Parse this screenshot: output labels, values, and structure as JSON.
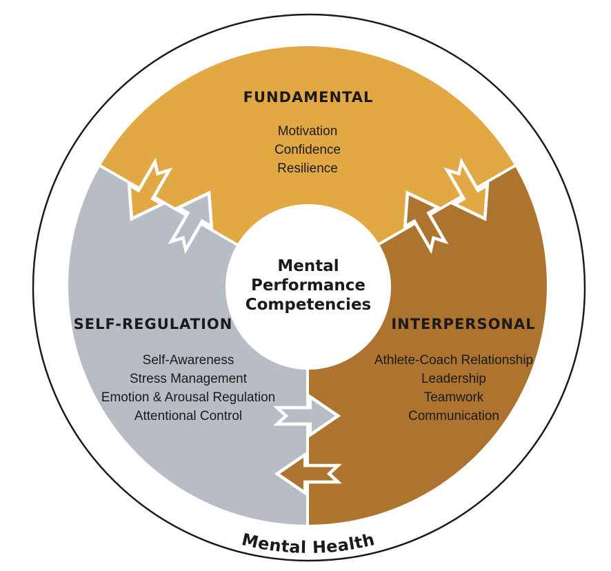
{
  "diagram_title": "Mental Performance Competencies",
  "center": {
    "lines": [
      "Mental",
      "Performance",
      "Competencies"
    ]
  },
  "outer_label": "Mental Health",
  "segments": [
    {
      "id": "fundamental",
      "label": "FUNDAMENTAL",
      "color_key": "gold",
      "items": [
        "Motivation",
        "Confidence",
        "Resilience"
      ]
    },
    {
      "id": "self-regulation",
      "label": "SELF-REGULATION",
      "color_key": "gray",
      "items": [
        "Self-Awareness",
        "Stress Management",
        "Emotion & Arousal Regulation",
        "Attentional Control"
      ]
    },
    {
      "id": "interpersonal",
      "label": "INTERPERSONAL",
      "color_key": "brown",
      "items": [
        "Athlete-Coach Relationship",
        "Leadership",
        "Teamwork",
        "Communication"
      ]
    }
  ],
  "colors": {
    "gold": "#E2A843",
    "gray": "#B8BCC4",
    "brown": "#AD7430",
    "white": "#FFFFFF",
    "outline": "#1A1A1A",
    "text": "#1A1A1A"
  }
}
